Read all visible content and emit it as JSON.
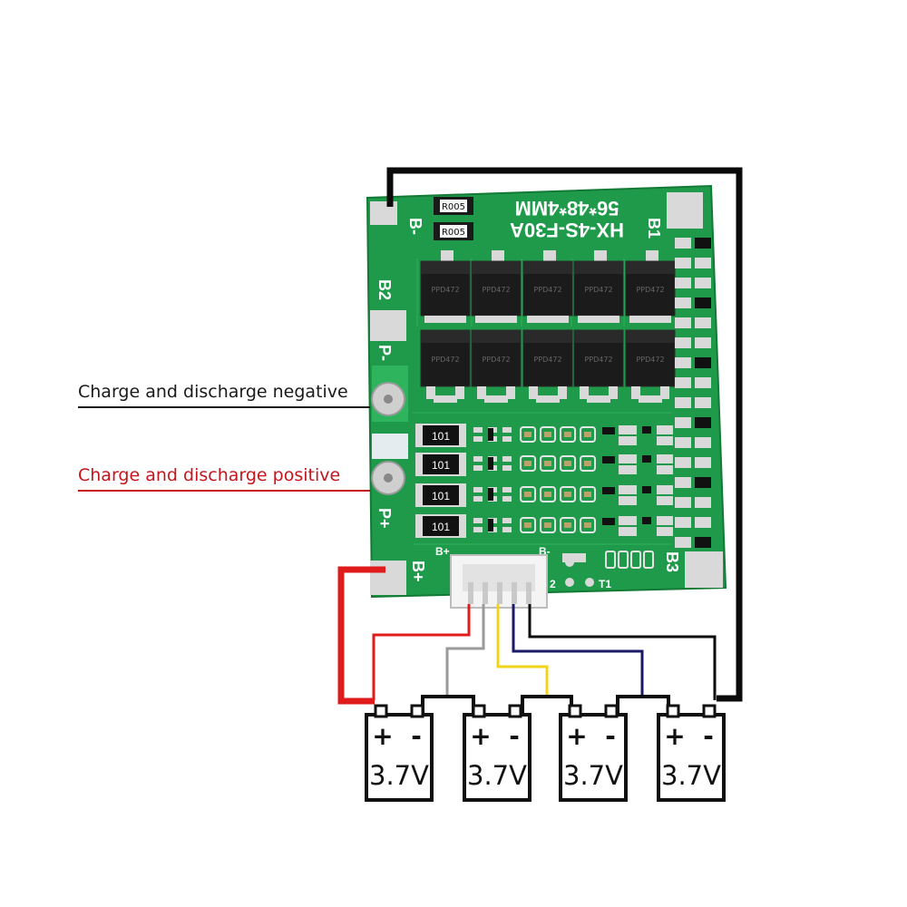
{
  "labels": {
    "negative": "Charge and discharge negative",
    "positive": "Charge and discharge positive"
  },
  "board": {
    "title_line1": "56*48*4MM",
    "title_line2": "HX-4S-F30A",
    "resistor_top": "R005",
    "resistor_bottom": "R005",
    "pad_b_minus": "B-",
    "pad_b1": "B1",
    "pad_b2": "B2",
    "pad_p_minus": "P-",
    "pad_p_plus": "P+",
    "pad_b_plus": "B+",
    "pad_b3": "B3",
    "connector_left": "B+",
    "connector_right": "B-",
    "t1": "T1",
    "t2": "2",
    "shunt_resistors": [
      "101",
      "101",
      "101",
      "101"
    ],
    "mosfet_part": "PPD472"
  },
  "cells": [
    {
      "plus": "+",
      "minus": "-",
      "voltage": "3.7V"
    },
    {
      "plus": "+",
      "minus": "-",
      "voltage": "3.7V"
    },
    {
      "plus": "+",
      "minus": "-",
      "voltage": "3.7V"
    },
    {
      "plus": "+",
      "minus": "-",
      "voltage": "3.7V"
    }
  ],
  "colors": {
    "pcb": "#1f9a4a",
    "pcb_dark": "#137a36",
    "pad": "#d9d9d9",
    "mosfet": "#1b1b1b",
    "wire_red": "#e01b1b",
    "wire_black": "#0a0a0a",
    "wire_gray": "#9a9a9a",
    "wire_yellow": "#f2d318",
    "wire_navy": "#1a1a66",
    "label_negative": "#1a1a1a",
    "label_positive": "#c4161c"
  }
}
